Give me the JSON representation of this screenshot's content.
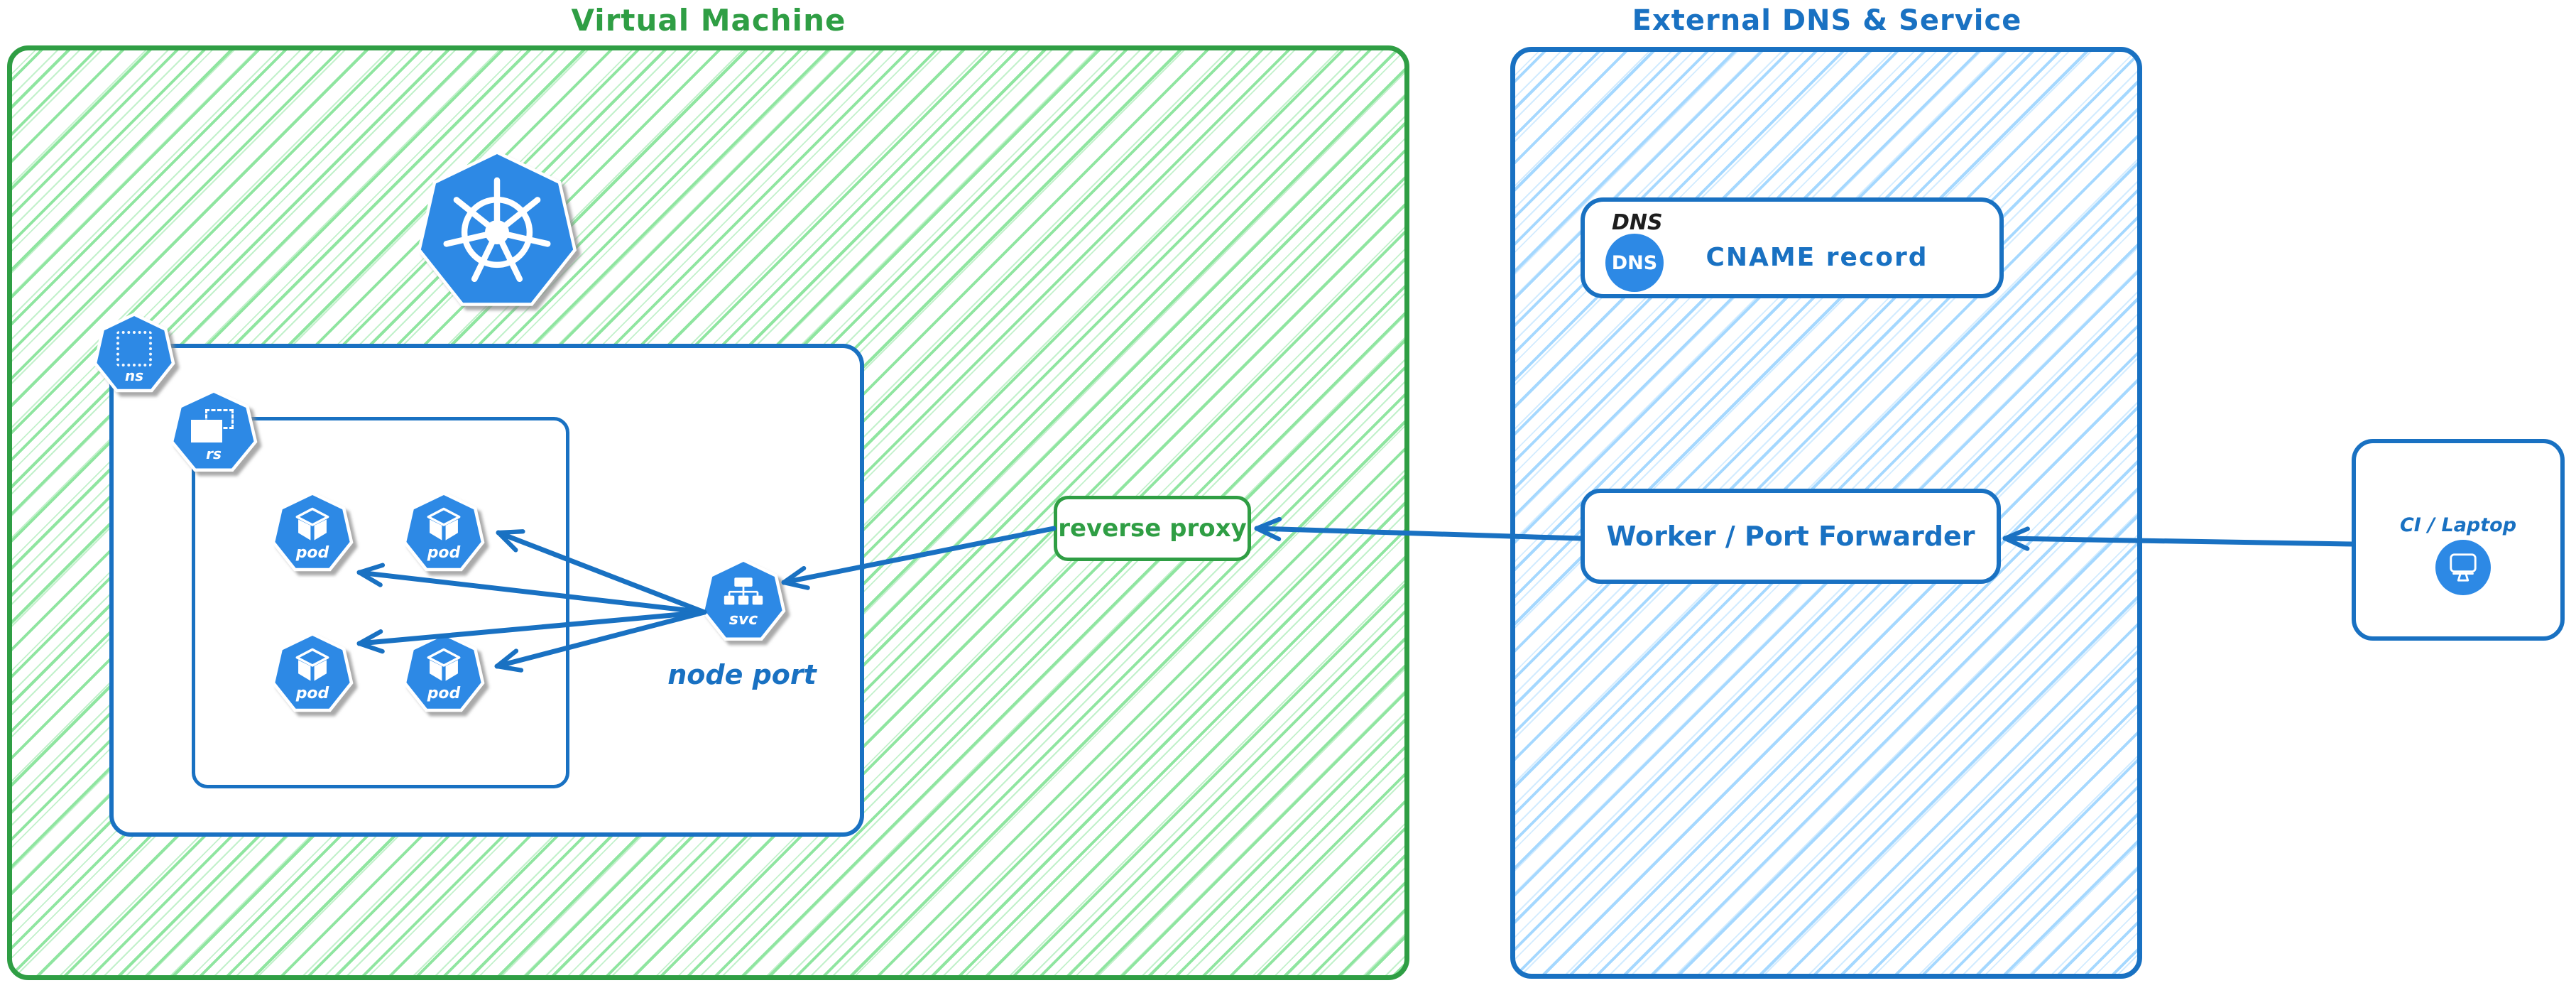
{
  "titles": {
    "vm": "Virtual Machine",
    "external": "External DNS & Service"
  },
  "vm": {
    "kubernetes_logo": "kubernetes-helm-wheel",
    "namespace": {
      "label": "ns"
    },
    "replicaset": {
      "label": "rs"
    },
    "pods": [
      {
        "label": "pod"
      },
      {
        "label": "pod"
      },
      {
        "label": "pod"
      },
      {
        "label": "pod"
      }
    ],
    "service": {
      "label": "svc",
      "caption": "node port"
    },
    "reverse_proxy": {
      "label": "reverse proxy"
    }
  },
  "external": {
    "dns_box": {
      "tag": "DNS",
      "icon_text": "DNS",
      "record": "CNAME record"
    },
    "worker": {
      "label": "Worker / Port Forwarder"
    }
  },
  "client": {
    "label": "CI / Laptop",
    "icon": "monitor"
  },
  "arrows": [
    {
      "from": "svc",
      "to": "pod-top-right"
    },
    {
      "from": "svc",
      "to": "pod-top-left"
    },
    {
      "from": "svc",
      "to": "pod-bottom-left"
    },
    {
      "from": "svc",
      "to": "pod-bottom-right"
    },
    {
      "from": "reverse-proxy",
      "to": "svc"
    },
    {
      "from": "worker-port-forwarder",
      "to": "reverse-proxy"
    },
    {
      "from": "ci-laptop",
      "to": "worker-port-forwarder"
    }
  ],
  "colors": {
    "green": "#2f9e44",
    "blue": "#1971c2",
    "icon_blue": "#2d89e5",
    "green_hatch": "#8fe5a0",
    "blue_hatch": "#a5d8ff",
    "ink": "#1e1e1e"
  }
}
